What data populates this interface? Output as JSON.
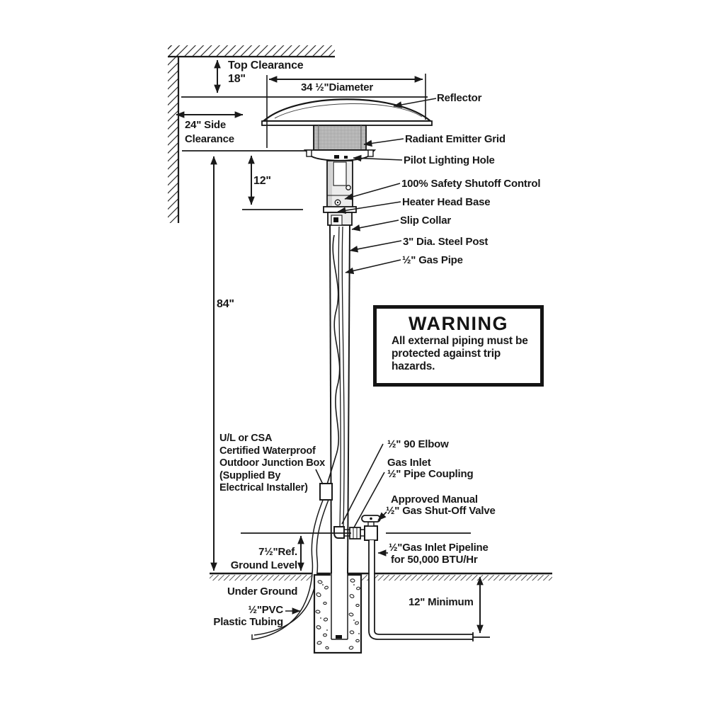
{
  "colors": {
    "ink": "#1a1a1a",
    "background": "#ffffff"
  },
  "labels": {
    "top_clearance": [
      "Top Clearance",
      "18\""
    ],
    "diameter": "34 ½\"Diameter",
    "reflector": "Reflector",
    "side_clearance": [
      "24\" Side",
      "Clearance"
    ],
    "radiant_emitter_grid": "Radiant Emitter Grid",
    "pilot_lighting_hole": "Pilot Lighting Hole",
    "head_height": "12\"",
    "safety_shutoff": "100% Safety Shutoff Control",
    "heater_head_base": "Heater Head Base",
    "slip_collar": "Slip Collar",
    "steel_post": "3\" Dia. Steel Post",
    "gas_pipe": "½\" Gas Pipe",
    "post_height": "84\"",
    "junction_box": [
      "U/L or CSA",
      "Certified Waterproof",
      "Outdoor Junction Box",
      "(Supplied By",
      "Electrical Installer)"
    ],
    "elbow": "½\" 90 Elbow",
    "gas_inlet": "Gas Inlet",
    "pipe_coupling": "½\" Pipe Coupling",
    "shutoff_valve": [
      "Approved Manual",
      "½\" Gas Shut-Off Valve"
    ],
    "ground_ref": [
      "7½\"Ref.",
      "Ground Level"
    ],
    "inlet_pipeline": [
      "½\"Gas Inlet Pipeline",
      "for 50,000 BTU/Hr"
    ],
    "under_ground": "Under Ground",
    "pvc_tubing": [
      "½\"PVC",
      "Plastic Tubing"
    ],
    "burial_depth": "12\" Minimum"
  },
  "warning": {
    "title": "WARNING",
    "lines": [
      "All external piping must be",
      "protected against trip",
      "hazards."
    ]
  }
}
